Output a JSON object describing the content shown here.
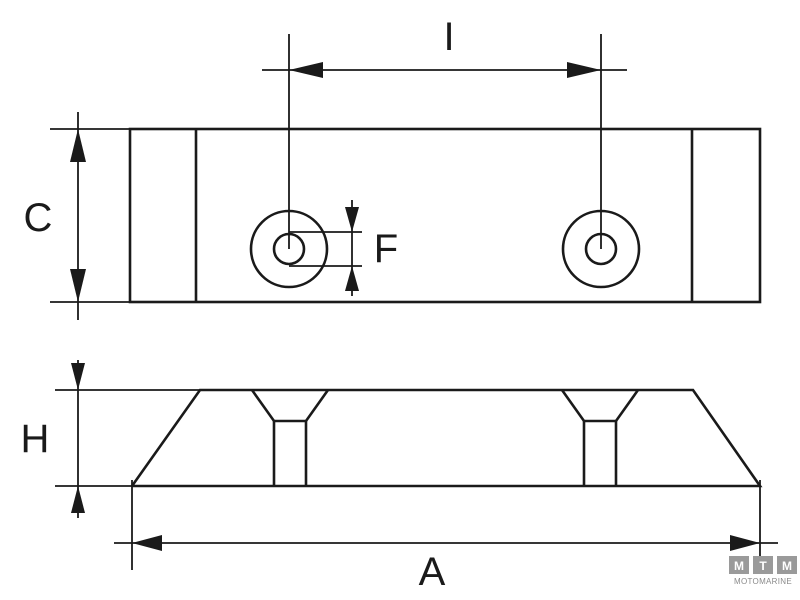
{
  "dimensions": {
    "l": "I",
    "c": "C",
    "f": "F",
    "h": "H",
    "a": "A"
  },
  "logo": {
    "letters": [
      "M",
      "T",
      "M"
    ],
    "subtitle": "MOTOMARINE"
  },
  "colors": {
    "line": "#1a1a1a",
    "logo_box": "#9a9a9a"
  }
}
